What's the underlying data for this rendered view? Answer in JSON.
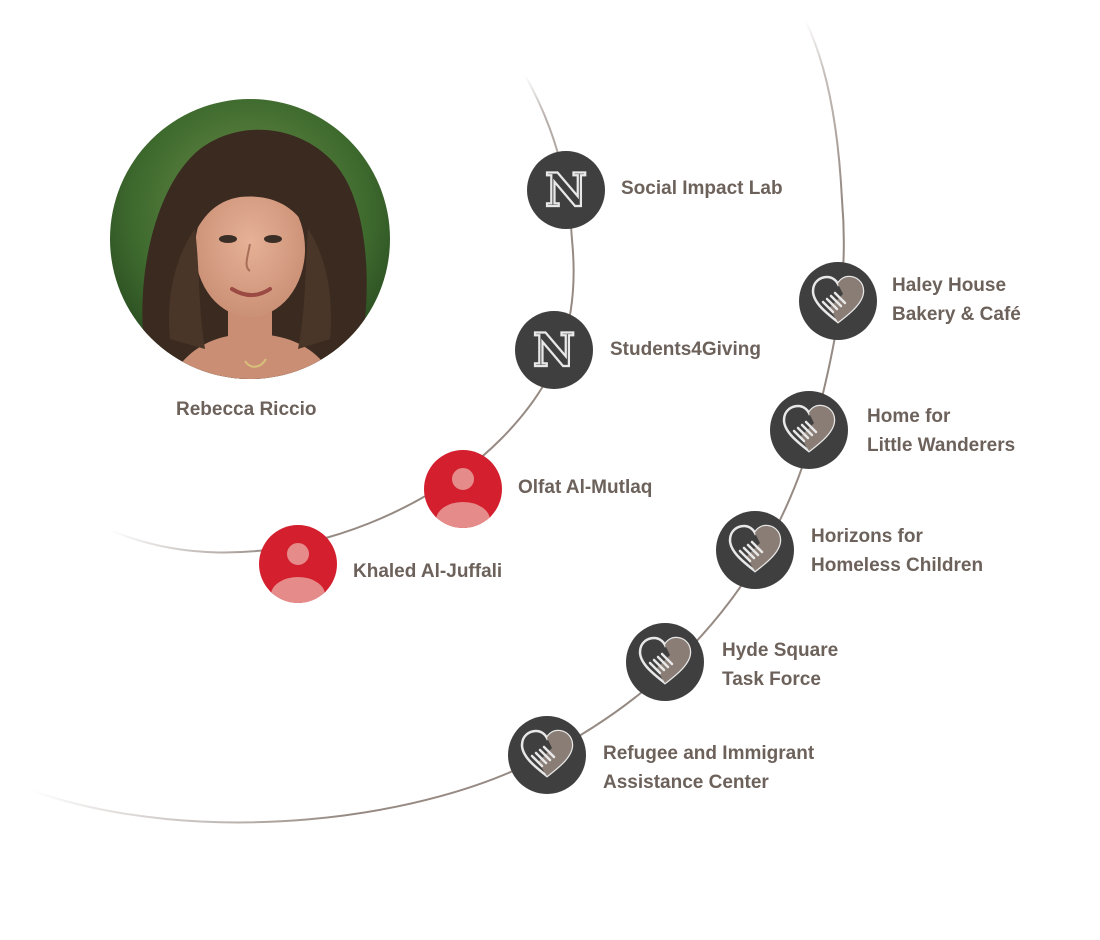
{
  "person": {
    "name": "Rebecca Riccio"
  },
  "university_programs": [
    {
      "label": "Social Impact Lab",
      "icon": "northeastern-n-icon"
    },
    {
      "label": "Students4Giving",
      "icon": "northeastern-n-icon"
    }
  ],
  "people": [
    {
      "label": "Olfat Al-Mutlaq",
      "icon": "person-icon"
    },
    {
      "label": "Khaled Al-Juffali",
      "icon": "person-icon"
    }
  ],
  "nonprofits": [
    {
      "line1": "Haley House",
      "line2": "Bakery & Café",
      "icon": "handshake-heart-icon"
    },
    {
      "line1": "Home for",
      "line2": "Little Wanderers",
      "icon": "handshake-heart-icon"
    },
    {
      "line1": "Horizons for",
      "line2": "Homeless Children",
      "icon": "handshake-heart-icon"
    },
    {
      "line1": "Hyde Square",
      "line2": "Task Force",
      "icon": "handshake-heart-icon"
    },
    {
      "line1": "Refugee and Immigrant",
      "line2": "Assistance Center",
      "icon": "handshake-heart-icon"
    }
  ],
  "colors": {
    "label_text": "#6d625b",
    "arc_line": "#8a7d75",
    "dark_node": "#3f3f3f",
    "person_node": "#d31f2e",
    "person_figure": "#e58b8a"
  }
}
